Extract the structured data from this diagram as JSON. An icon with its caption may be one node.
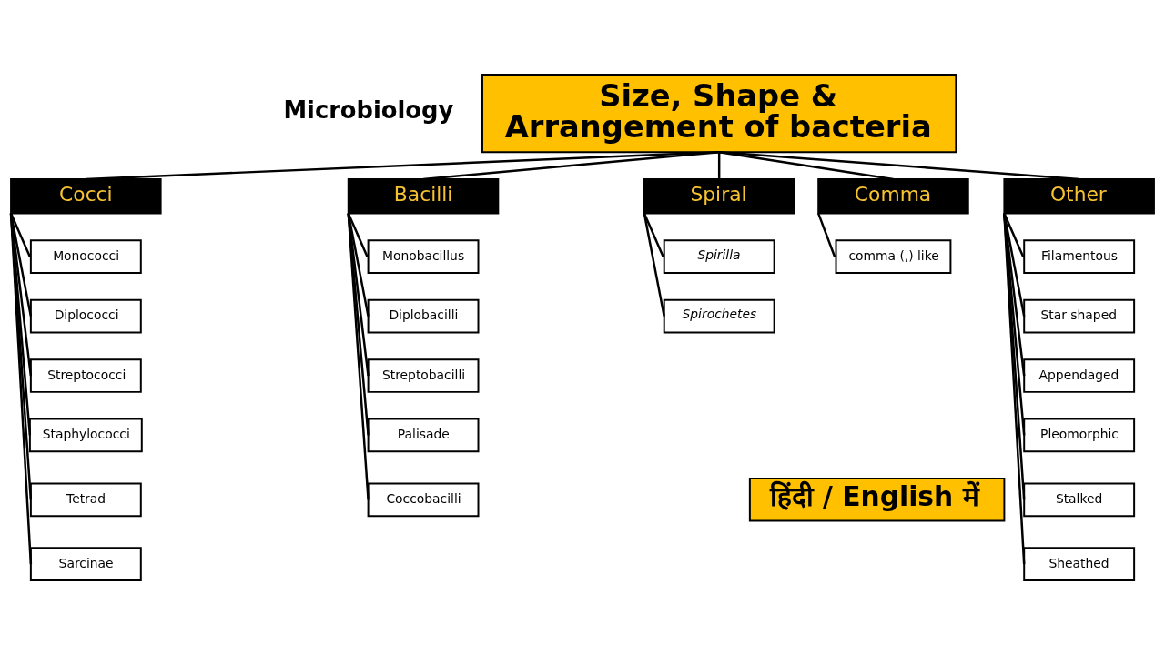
{
  "diagram": {
    "nodes": [
      {
        "text": [
          "Size, Shape & Arrangement of bacteria"
        ]
      },
      {
        "text": [
          "Cocci"
        ]
      },
      {
        "text": [
          "Bacilli"
        ]
      },
      {
        "text": [
          "Spiral"
        ]
      },
      {
        "text": [
          "Comma"
        ]
      },
      {
        "text": [
          "Other"
        ]
      },
      {
        "text": [
          "Monococci"
        ]
      },
      {
        "text": [
          "Diplococci"
        ]
      },
      {
        "text": [
          "Streptococci"
        ]
      },
      {
        "text": [
          "Staphylococci"
        ]
      },
      {
        "text": [
          "Tetrad"
        ]
      },
      {
        "text": [
          "Sarcinae"
        ]
      },
      {
        "text": [
          "Monobacillus"
        ]
      },
      {
        "text": [
          "Diplobacilli"
        ]
      },
      {
        "text": [
          "Streptobacilli"
        ]
      },
      {
        "text": [
          "Palisade"
        ]
      },
      {
        "text": [
          "Coccobacilli"
        ]
      },
      {
        "text": [
          "Spirilla"
        ]
      },
      {
        "text": [
          "Spirochetes"
        ]
      },
      {
        "text": [
          "comma (,) like"
        ]
      },
      {
        "text": [
          "Filamentous"
        ]
      },
      {
        "text": [
          "Star shaped"
        ]
      },
      {
        "text": [
          "Appendaged"
        ]
      },
      {
        "text": [
          "Pleomorphic"
        ]
      },
      {
        "text": [
          "Stalked"
        ]
      },
      {
        "text": [
          "Sheathed"
        ]
      },
      {
        "text": [
          "हिंदी / English में"
        ]
      }
    ],
    "edges": [
      {
        "from": 0,
        "to": 1,
        "arrow": "none"
      },
      {
        "from": 0,
        "to": 2,
        "arrow": "none"
      },
      {
        "from": 0,
        "to": 3,
        "arrow": "none"
      },
      {
        "from": 0,
        "to": 4,
        "arrow": "none"
      },
      {
        "from": 0,
        "to": 5,
        "arrow": "none"
      },
      {
        "from": 1,
        "to": 6,
        "arrow": "none"
      },
      {
        "from": 1,
        "to": 7,
        "arrow": "none"
      },
      {
        "from": 1,
        "to": 8,
        "arrow": "none"
      },
      {
        "from": 1,
        "to": 9,
        "arrow": "none"
      },
      {
        "from": 1,
        "to": 10,
        "arrow": "none"
      },
      {
        "from": 1,
        "to": 11,
        "arrow": "none"
      },
      {
        "from": 2,
        "to": 12,
        "arrow": "none"
      },
      {
        "from": 2,
        "to": 13,
        "arrow": "none"
      },
      {
        "from": 2,
        "to": 14,
        "arrow": "none"
      },
      {
        "from": 2,
        "to": 15,
        "arrow": "none"
      },
      {
        "from": 2,
        "to": 16,
        "arrow": "none"
      },
      {
        "from": 3,
        "to": 17,
        "arrow": "none"
      },
      {
        "from": 3,
        "to": 18,
        "arrow": "none"
      },
      {
        "from": 4,
        "to": 19,
        "arrow": "none"
      },
      {
        "from": 5,
        "to": 20,
        "arrow": "none"
      },
      {
        "from": 5,
        "to": 21,
        "arrow": "none"
      },
      {
        "from": 5,
        "to": 22,
        "arrow": "none"
      },
      {
        "from": 5,
        "to": 23,
        "arrow": "none"
      },
      {
        "from": 5,
        "to": 24,
        "arrow": "none"
      },
      {
        "from": 5,
        "to": 25,
        "arrow": "none"
      }
    ],
    "labels": [
      "Microbiology"
    ]
  }
}
